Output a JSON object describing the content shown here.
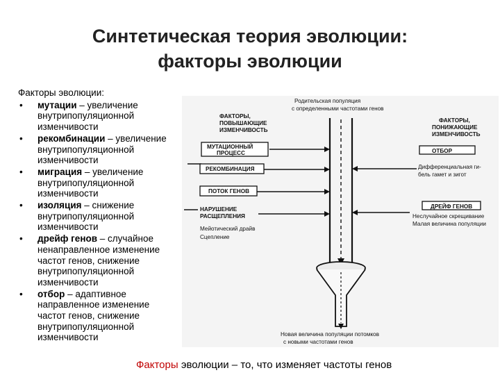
{
  "title": {
    "line1": "Синтетическая теория эволюции:",
    "line2": "факторы эволюции"
  },
  "left": {
    "heading": "Факторы эволюции:",
    "bullet": "•",
    "items": [
      {
        "term": "мутации",
        "rest": " – увеличение",
        "lines": [
          "внутрипопуляционной",
          "изменчивости"
        ]
      },
      {
        "term": "рекомбинации",
        "rest": " – увеличение",
        "lines": [
          "внутрипопуляционной",
          "изменчивости"
        ]
      },
      {
        "term": "миграция",
        "rest": " – увеличение",
        "lines": [
          "внутрипопуляционной",
          "изменчивости"
        ]
      },
      {
        "term": "изоляция",
        "rest": " – снижение",
        "lines": [
          "внутрипопуляционной",
          "изменчивости"
        ]
      },
      {
        "term": "дрейф генов",
        "rest": " – случайное",
        "lines": [
          "ненаправленное изменение",
          "частот генов, снижение",
          "внутрипопуляционной",
          "изменчивости"
        ]
      },
      {
        "term": "отбор",
        "rest": " – адаптивное",
        "lines": [
          "направленное изменение",
          "частот генов, снижение",
          "внутрипопуляционной",
          "изменчивости"
        ]
      }
    ]
  },
  "diagram": {
    "parent_pop": [
      "Родительская популяция",
      "с определенными частотами генов"
    ],
    "increase_head": [
      "ФАКТОРЫ,",
      "ПОВЫШАЮЩИЕ",
      "ИЗМЕНЧИВОСТЬ"
    ],
    "decrease_head": [
      "ФАКТОРЫ,",
      "ПОНИЖАЮЩИЕ",
      "ИЗМЕНЧИВОСТЬ"
    ],
    "mutation": [
      "МУТАЦИОННЫЙ",
      "ПРОЦЕСС"
    ],
    "recombination": "РЕКОМБИНАЦИЯ",
    "gene_flow": "ПОТОК ГЕНОВ",
    "segregation": [
      "НАРУШЕНИЕ",
      "РАСЩЕПЛЕНИЯ",
      "Мейотический драйв",
      "Сцепление"
    ],
    "selection": [
      "ОТБОР",
      "Дифференциальная ги-",
      "бель гамет и зигот"
    ],
    "drift": [
      "ДРЕЙФ ГЕНОВ",
      "Неслучайное скрещивание",
      "Малая величина популяции"
    ],
    "offspring": [
      "Новая величина популяции потомков",
      "с новыми частотами генов"
    ]
  },
  "footer": {
    "red": "Факторы",
    "rest": " эволюции – то, что изменяет частоты генов"
  }
}
